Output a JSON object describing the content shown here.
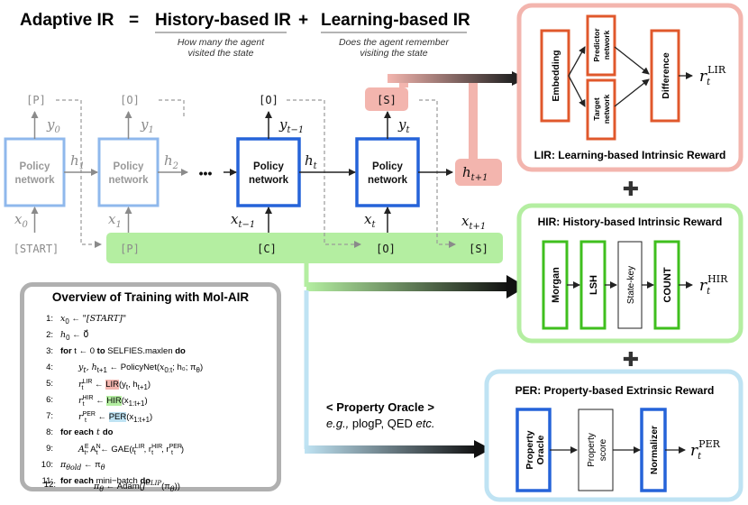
{
  "header": {
    "adaptive": "Adaptive IR",
    "equals": "=",
    "plus": "+",
    "history": "History-based IR",
    "history_sub1": "How many the agent",
    "history_sub2": "visited the state",
    "learning": "Learning-based IR",
    "learning_sub1": "Does the agent remember",
    "learning_sub2": "visiting the state"
  },
  "policy": {
    "label1": "Policy",
    "label2": "network",
    "dots": "•••",
    "outputs": [
      "[P]",
      "[O]",
      "[O]",
      "[S]"
    ],
    "y_labels": [
      "y",
      "y",
      "y",
      "y"
    ],
    "y_subs": [
      "0",
      "1",
      "t−1",
      "t"
    ],
    "h_labels": [
      "h",
      "h",
      "h",
      "h"
    ],
    "h_subs": [
      "1",
      "2",
      "t",
      "t+1"
    ],
    "x_labels": [
      "x",
      "x",
      "x",
      "x",
      "x"
    ],
    "x_subs": [
      "0",
      "1",
      "t−1",
      "t",
      "t+1"
    ],
    "start": "[START]"
  },
  "history_bar": {
    "tokens": [
      "[P]",
      "[C]",
      "[O]",
      "[S]"
    ]
  },
  "lir": {
    "title": "LIR: Learning-based Intrinsic Reward",
    "embedding": "Embedding",
    "predictor1": "Predictor",
    "predictor2": "network",
    "target1": "Target",
    "target2": "network",
    "difference": "Difference",
    "reward_base": "r",
    "reward_sub": "t",
    "reward_sup": "LIR"
  },
  "hir": {
    "title": "HIR: History-based Intrinsic Reward",
    "morgan": "Morgan",
    "lsh": "LSH",
    "state_key": "State-key",
    "count": "COUNT",
    "reward_base": "r",
    "reward_sub": "t",
    "reward_sup": "HIR"
  },
  "per": {
    "title": "PER: Property-based Extrinsic Reward",
    "oracle1": "Property",
    "oracle2": "Oracle",
    "score1": "Property",
    "score2": "score",
    "normalizer": "Normalizer",
    "reward_base": "r",
    "reward_sub": "t",
    "reward_sup": "PER"
  },
  "plus_signs": [
    "✚",
    "✚"
  ],
  "oracle_note": {
    "title": "< Property Oracle >",
    "line2_prefix": "e.g.,",
    "line2_middle": " plogP, QED ",
    "line2_suffix": "etc."
  },
  "algorithm": {
    "title": "Overview of Training with Mol-AIR",
    "lines": [
      {
        "num": "1:",
        "indent": 0
      },
      {
        "num": "2:",
        "indent": 0
      },
      {
        "num": "3:",
        "indent": 0
      },
      {
        "num": "4:",
        "indent": 1
      },
      {
        "num": "5:",
        "indent": 1
      },
      {
        "num": "6:",
        "indent": 1
      },
      {
        "num": "7:",
        "indent": 1
      },
      {
        "num": "8:",
        "indent": 0
      },
      {
        "num": "9:",
        "indent": 1
      },
      {
        "num": "10:",
        "indent": 0
      },
      {
        "num": "11:",
        "indent": 0
      },
      {
        "num": "12:",
        "indent": 1
      }
    ],
    "l1_var": "x",
    "l1_sub": "0",
    "l1_arrow": " ← ",
    "l1_val": "\"[START]\"",
    "l2_var": "h",
    "l2_sub": "0",
    "l2_arrow": " ← ",
    "l2_val": "0⃗",
    "l3_for": "for",
    "l3_mid": " t ← 0 ",
    "l3_to": "to",
    "l3_rest": " SELFIES.maxlen ",
    "l3_do": "do",
    "l4_text": "y",
    "l4_mid": "t",
    "l4_rest": ", h",
    "l4_rest_sub": "t+1",
    "l4_call": " ← PolicyNet(",
    "l4_args": "x",
    "l4_args_sub": "0:t",
    "l4_end": "; h₀; π",
    "l4_theta": "θ",
    "l4_close": ")",
    "l5_r": "r",
    "l5_sup": "LIR",
    "l5_sub": "t",
    "l5_arrow": " ← ",
    "l5_fn": "LIR",
    "l5_args": "(y",
    "l5_args_sub": "t",
    "l5_args2": ", h",
    "l5_args2_sub": "t+1",
    "l5_close": ")",
    "l6_r": "r",
    "l6_sup": "HIR",
    "l6_sub": "t",
    "l6_arrow": " ← ",
    "l6_fn": "HIR",
    "l6_args": "(x",
    "l6_args_sub": "1:t+1",
    "l6_close": ")",
    "l7_r": "r",
    "l7_sup": "PER",
    "l7_sub": "t",
    "l7_arrow": " ← ",
    "l7_fn": "PER",
    "l7_args": "(x",
    "l7_args_sub": "1:t+1",
    "l7_close": ")",
    "l8_for": "for each",
    "l8_mid": " t ",
    "l8_do": "do",
    "l9_text": "A",
    "l9_sup1": "E",
    "l9_sub1": "t",
    "l9_comma": ", A",
    "l9_sup2": "N",
    "l9_sub2": "t",
    "l9_call": " ← GAE(r",
    "l9_sup3": "LIR",
    "l9_sub3": "t",
    "l9_c2": ", r",
    "l9_sup4": "HIR",
    "l9_sub4": "t",
    "l9_c3": ", r",
    "l9_sup5": "PER",
    "l9_sub5": "t",
    "l9_close": ")",
    "l10_text": "π",
    "l10_sub": "θold",
    "l10_rest": " ← π",
    "l10_sub2": "θ",
    "l11_for": "for each",
    "l11_mid": " mini−batch ",
    "l11_do": "do",
    "l12_text": "π",
    "l12_sub": "θ",
    "l12_call": " ← Adam(",
    "l12_J": "J",
    "l12_sup": "CLIP",
    "l12_close": "(π",
    "l12_sub2": "θ",
    "l12_end": "))"
  },
  "colors": {
    "blue_strong": "#2563d9",
    "blue_light": "#8fb8ec",
    "red_panel": "#f3b5ae",
    "red_box": "#e0582c",
    "green_panel": "#b4eea1",
    "green_box": "#3fbf1e",
    "cyan_panel": "#bfe3f3",
    "gray_panel": "#b0b0b0"
  }
}
